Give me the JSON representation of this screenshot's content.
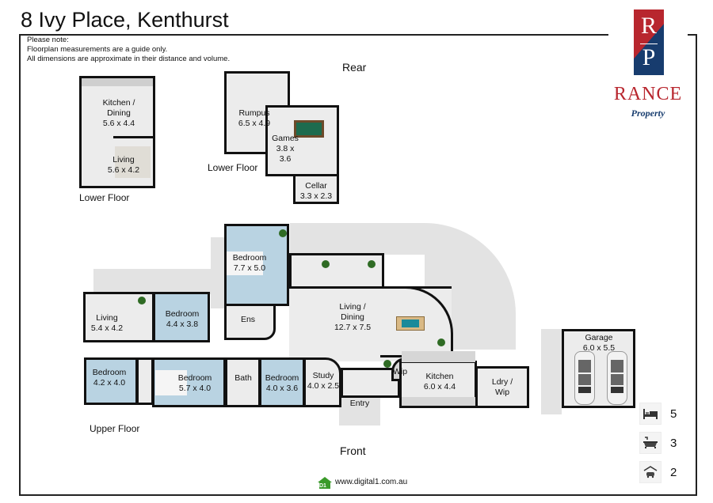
{
  "title": "8 Ivy Place, Kenthurst",
  "note": {
    "heading": "Please note:",
    "lines": [
      "Floorplan measurements are a guide only.",
      "All dimensions are approximate in their distance and volume."
    ]
  },
  "logo": {
    "monogram_top": "R",
    "monogram_bottom": "P",
    "brand": "RANCE",
    "sub": "Property",
    "colors": {
      "red": "#b8262e",
      "blue": "#173c6e"
    }
  },
  "orientation": {
    "rear": "Rear",
    "front": "Front"
  },
  "floor_labels": {
    "lower_left": "Lower Floor",
    "lower_mid": "Lower Floor",
    "upper": "Upper Floor"
  },
  "rooms": {
    "lower_kitchen": {
      "name": "Kitchen /",
      "name2": "Dining",
      "dims": "5.6 x 4.4"
    },
    "lower_living": {
      "name": "Living",
      "dims": "5.6 x 4.2"
    },
    "rumpus": {
      "name": "Rumpus",
      "dims": "6.5 x 4.9"
    },
    "games": {
      "name": "Games",
      "dims": "3.8 x 3.6"
    },
    "cellar": {
      "name": "Cellar",
      "dims": "3.3 x 2.3"
    },
    "master_bedroom": {
      "name": "Bedroom",
      "dims": "7.7 x 5.0"
    },
    "living_upper": {
      "name": "Living",
      "dims": "5.4 x 4.2"
    },
    "bedroom_44": {
      "name": "Bedroom",
      "dims": "4.4 x 3.8"
    },
    "ensuite": {
      "name": "Ens"
    },
    "living_dining": {
      "name": "Living /",
      "name2": "Dining",
      "dims": "12.7 x 7.5"
    },
    "bedroom_42": {
      "name": "Bedroom",
      "dims": "4.2 x 4.0"
    },
    "bedroom_57": {
      "name": "Bedroom",
      "dims": "5.7 x 4.0"
    },
    "bath": {
      "name": "Bath"
    },
    "bedroom_40": {
      "name": "Bedroom",
      "dims": "4.0 x 3.6"
    },
    "study": {
      "name": "Study",
      "dims": "4.0 x 2.5"
    },
    "wip": {
      "name": "Wip"
    },
    "entry": {
      "name": "Entry"
    },
    "kitchen": {
      "name": "Kitchen",
      "dims": "6.0 x 4.4"
    },
    "laundry": {
      "name": "Ldry /",
      "name2": "Wip"
    },
    "garage": {
      "name": "Garage",
      "dims": "6.0 x 5.5"
    }
  },
  "stats": [
    {
      "icon": "bed-icon",
      "value": "5"
    },
    {
      "icon": "bath-icon",
      "value": "3"
    },
    {
      "icon": "garage-icon",
      "value": "2"
    }
  ],
  "footer": {
    "badge": "D1",
    "website": "www.digital1.com.au"
  }
}
